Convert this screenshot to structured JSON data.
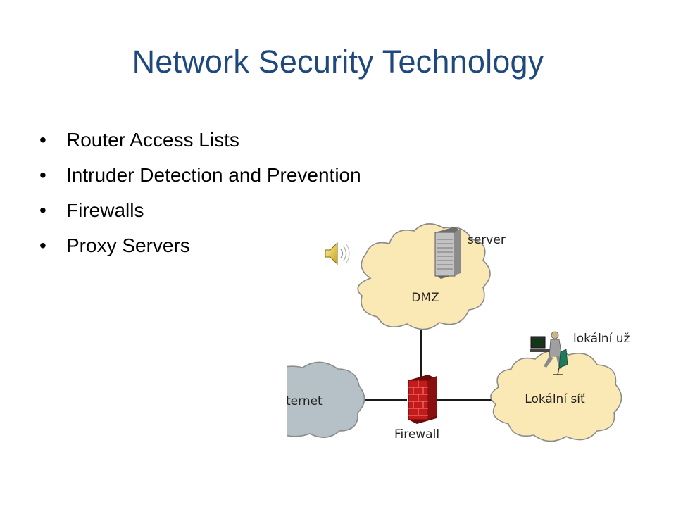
{
  "slide": {
    "title": "Network Security Technology",
    "bullets": [
      "Router Access Lists",
      "Intruder Detection and Prevention",
      "Firewalls",
      "Proxy Servers"
    ]
  },
  "icons": {
    "bullet": "•",
    "sound": "speaker-icon"
  },
  "diagram": {
    "labels": {
      "server": "server",
      "dmz": "DMZ",
      "local_user": "lokální už",
      "internet": "ternet",
      "local_network": "Lokální síť",
      "firewall": "Firewall"
    },
    "colors": {
      "cloud_fill": "#fbe9b5",
      "cloud_stroke": "#8a8a8a",
      "internet_fill": "#b5c1c6",
      "firewall_brick": "#c41a1a",
      "title": "#1f497d"
    }
  }
}
